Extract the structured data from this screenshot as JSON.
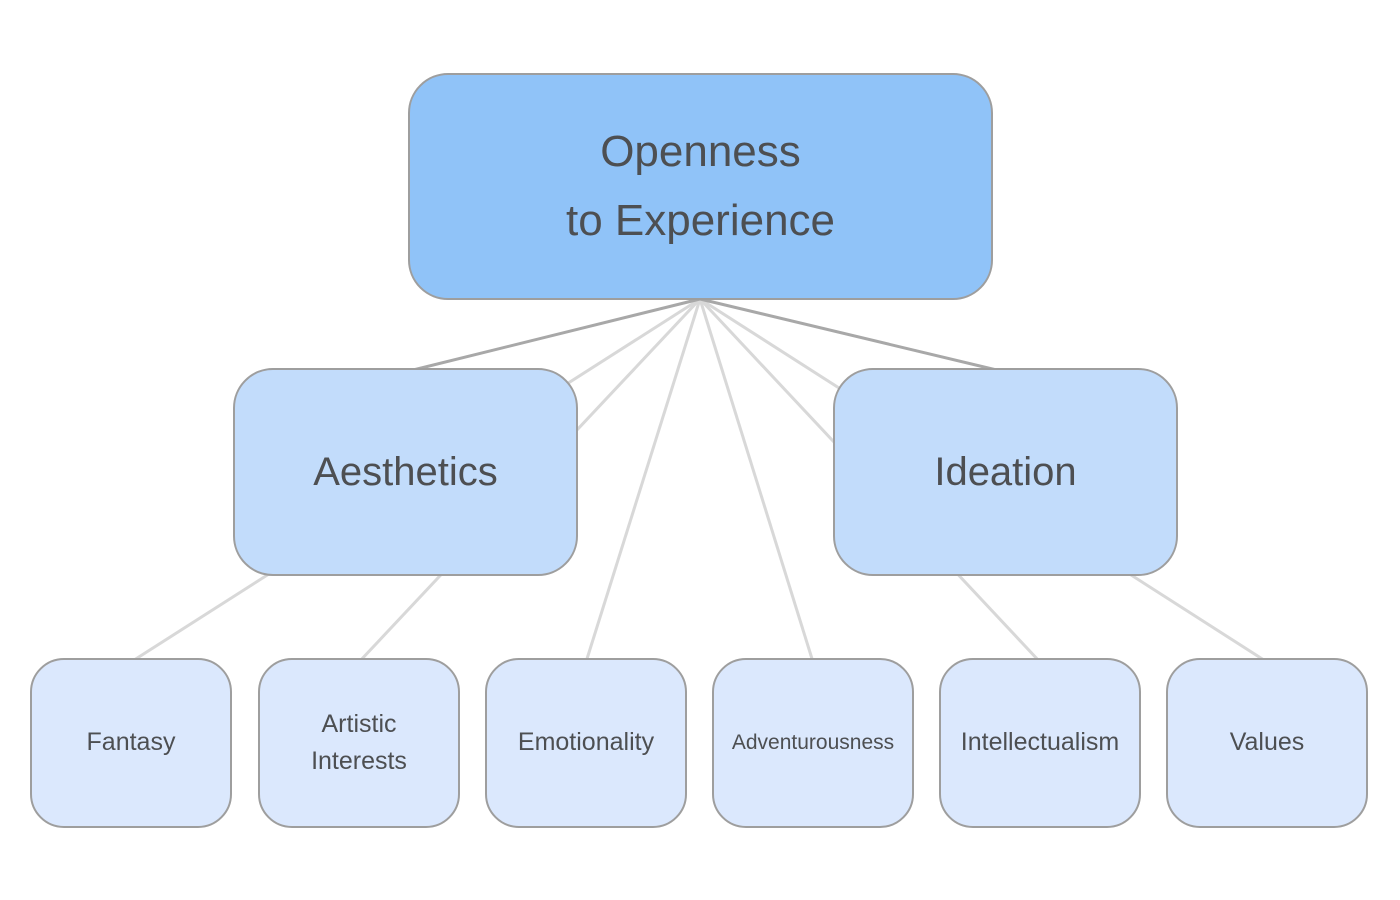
{
  "diagram": {
    "type": "hierarchy",
    "topic": "Big Five trait facet diagram",
    "nodes": {
      "root": {
        "id": "openness_to_experience",
        "lines": [
          "Openness",
          "to Experience"
        ],
        "label": "Openness to Experience",
        "level": "trait"
      },
      "aesthetics": {
        "id": "aesthetics",
        "label": "Aesthetics",
        "level": "aspect"
      },
      "ideation": {
        "id": "ideation",
        "label": "Ideation",
        "level": "aspect"
      },
      "leaves": [
        {
          "id": "fantasy",
          "label": "Fantasy",
          "level": "facet"
        },
        {
          "id": "artistic_interests",
          "label": "Artistic Interests",
          "level": "facet"
        },
        {
          "id": "emotionality",
          "label": "Emotionality",
          "level": "facet"
        },
        {
          "id": "adventurousness",
          "label": "Adventurousness",
          "level": "facet"
        },
        {
          "id": "intellectualism",
          "label": "Intellectualism",
          "level": "facet"
        },
        {
          "id": "values",
          "label": "Values",
          "level": "facet"
        }
      ]
    },
    "edges": [
      {
        "from": "openness_to_experience",
        "to": "aesthetics",
        "style": "dark"
      },
      {
        "from": "openness_to_experience",
        "to": "ideation",
        "style": "dark"
      },
      {
        "from": "openness_to_experience",
        "to": "fantasy",
        "style": "light"
      },
      {
        "from": "openness_to_experience",
        "to": "artistic_interests",
        "style": "light"
      },
      {
        "from": "openness_to_experience",
        "to": "emotionality",
        "style": "light"
      },
      {
        "from": "openness_to_experience",
        "to": "adventurousness",
        "style": "light"
      },
      {
        "from": "openness_to_experience",
        "to": "intellectualism",
        "style": "light"
      },
      {
        "from": "openness_to_experience",
        "to": "values",
        "style": "light"
      }
    ],
    "colors": {
      "root_fill": "#90c3f8",
      "branch_fill": "#c2dcfb",
      "leaf_fill": "#dbe8fd",
      "node_border": "#9e9e9e",
      "edge_dark": "#a8a8a8",
      "edge_light": "#d8d8d8",
      "label_text": "#4d4f52",
      "background": "#ffffff"
    }
  }
}
